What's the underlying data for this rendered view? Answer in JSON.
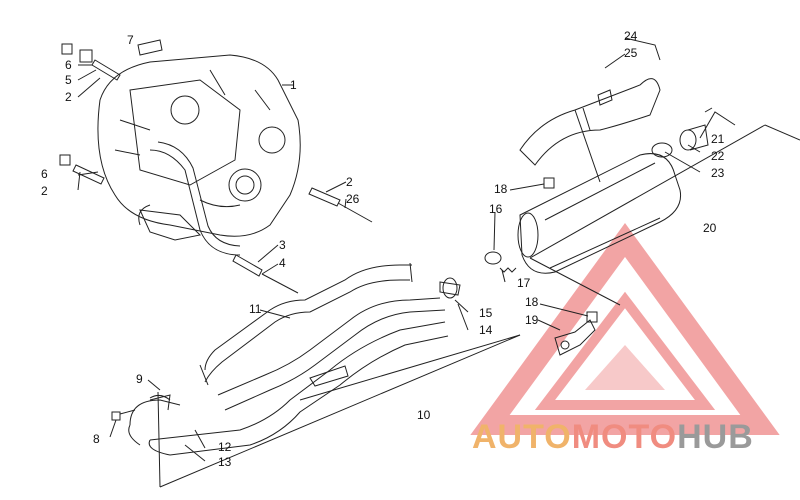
{
  "callouts": {
    "c1": "1",
    "c2a": "2",
    "c2b": "2",
    "c2c": "2",
    "c3": "3",
    "c4": "4",
    "c5": "5",
    "c6a": "6",
    "c6b": "6",
    "c7": "7",
    "c8": "8",
    "c9": "9",
    "c10": "10",
    "c11": "11",
    "c12": "12",
    "c13": "13",
    "c14": "14",
    "c15": "15",
    "c16": "16",
    "c17": "17",
    "c18a": "18",
    "c18b": "18",
    "c19": "19",
    "c20": "20",
    "c21": "21",
    "c22": "22",
    "c23": "23",
    "c24": "24",
    "c25": "25",
    "c26": "26"
  },
  "watermark": {
    "part1": "AUTO",
    "part2": "MOTO",
    "part3": "HUB",
    "color_auto": "#f0b36a",
    "color_moto": "#f08c80",
    "color_hub": "#9a9a9a",
    "logo_color": "#e85a5a"
  }
}
